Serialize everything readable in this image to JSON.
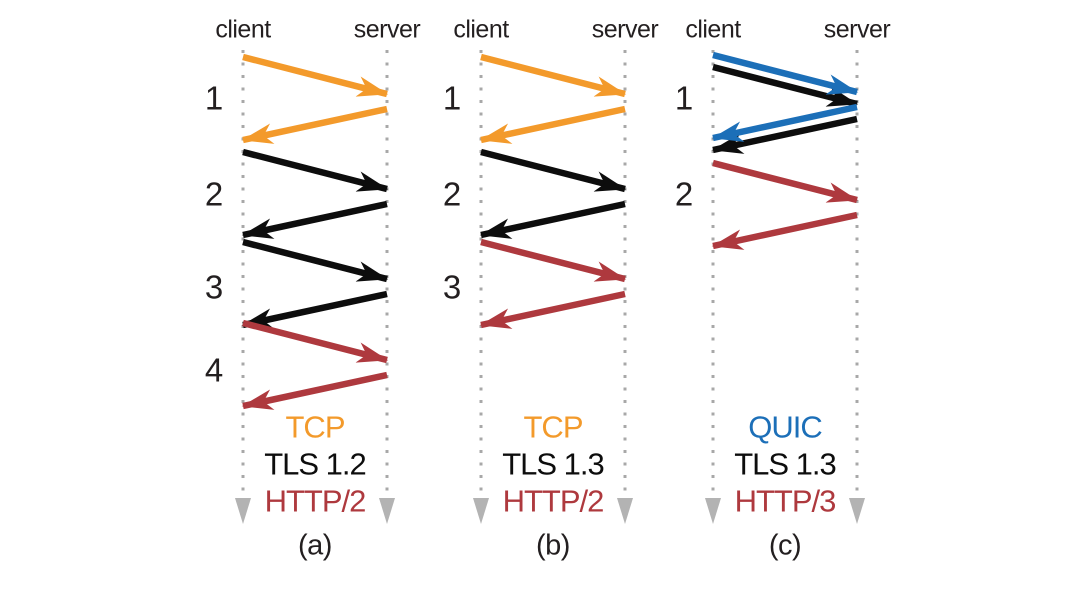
{
  "figure": {
    "colors": {
      "background": "#ffffff",
      "text": "#231f20",
      "tcp": "#f39a2b",
      "quic": "#1c6fb8",
      "tls": "#0d0d0d",
      "http": "#ae393e",
      "timeline": "#a8a8a8",
      "timeline_arrowhead": "#b3b3b3"
    },
    "panels": [
      {
        "caption": "(a)",
        "client_label": "client",
        "server_label": "server",
        "round_trips": [
          {
            "number": "1",
            "layers": [
              "tcp"
            ]
          },
          {
            "number": "2",
            "layers": [
              "tls"
            ]
          },
          {
            "number": "3",
            "layers": [
              "tls"
            ]
          },
          {
            "number": "4",
            "layers": [
              "http"
            ]
          }
        ],
        "stack": [
          {
            "label": "TCP",
            "color_key": "tcp"
          },
          {
            "label": "TLS 1.2",
            "color_key": "tls"
          },
          {
            "label": "HTTP/2",
            "color_key": "http"
          }
        ]
      },
      {
        "caption": "(b)",
        "client_label": "client",
        "server_label": "server",
        "round_trips": [
          {
            "number": "1",
            "layers": [
              "tcp"
            ]
          },
          {
            "number": "2",
            "layers": [
              "tls"
            ]
          },
          {
            "number": "3",
            "layers": [
              "http"
            ]
          }
        ],
        "stack": [
          {
            "label": "TCP",
            "color_key": "tcp"
          },
          {
            "label": "TLS 1.3",
            "color_key": "tls"
          },
          {
            "label": "HTTP/2",
            "color_key": "http"
          }
        ]
      },
      {
        "caption": "(c)",
        "client_label": "client",
        "server_label": "server",
        "round_trips": [
          {
            "number": "1",
            "layers": [
              "quic",
              "tls"
            ]
          },
          {
            "number": "2",
            "layers": [
              "http"
            ]
          }
        ],
        "stack": [
          {
            "label": "QUIC",
            "color_key": "quic"
          },
          {
            "label": "TLS 1.3",
            "color_key": "tls"
          },
          {
            "label": "HTTP/3",
            "color_key": "http"
          }
        ]
      }
    ]
  }
}
